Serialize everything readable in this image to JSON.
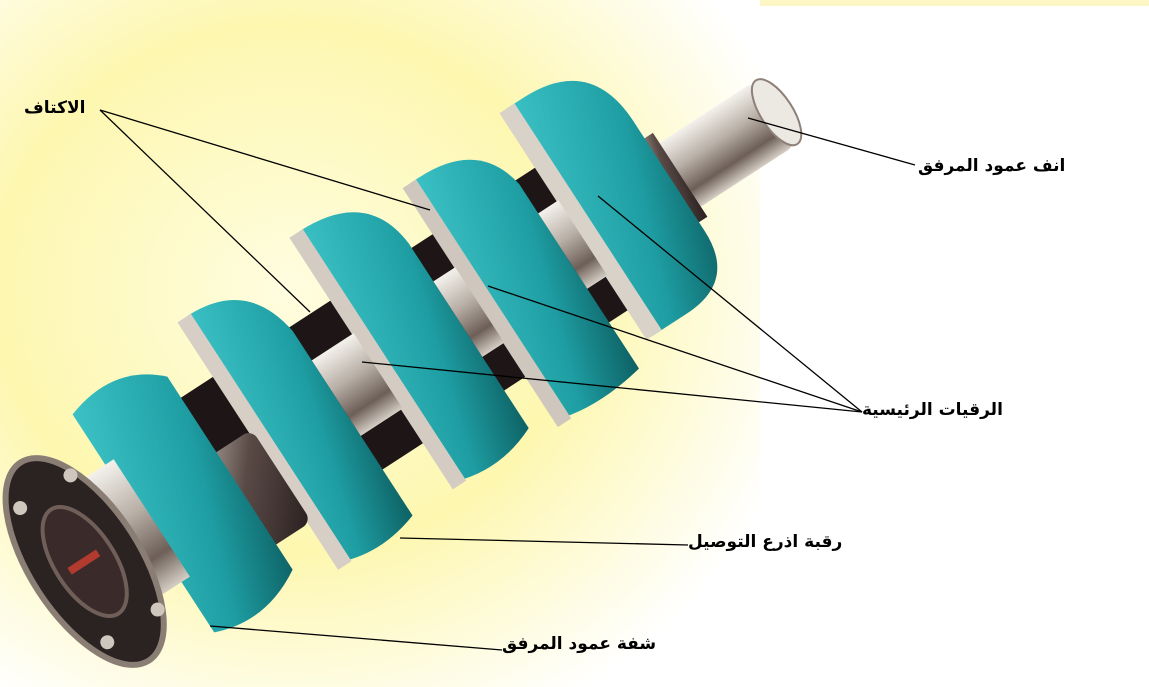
{
  "labels": {
    "shoulders": "الاكتاف",
    "crank_nose": "انف عمود المرفق",
    "main_journals": "الرقيات الرئيسية",
    "rod_journal": "رقبة اذرع التوصيل",
    "flange": "شفة عمود المرفق"
  },
  "colors": {
    "background_glow": "#fdf7b0",
    "web_teal": "#22a3a8",
    "web_teal_dark": "#0f6f72",
    "journal_steel": "#c9c3bb",
    "shadow": "#1a1414",
    "leader_line": "#000000"
  },
  "figure": "crankshaft"
}
